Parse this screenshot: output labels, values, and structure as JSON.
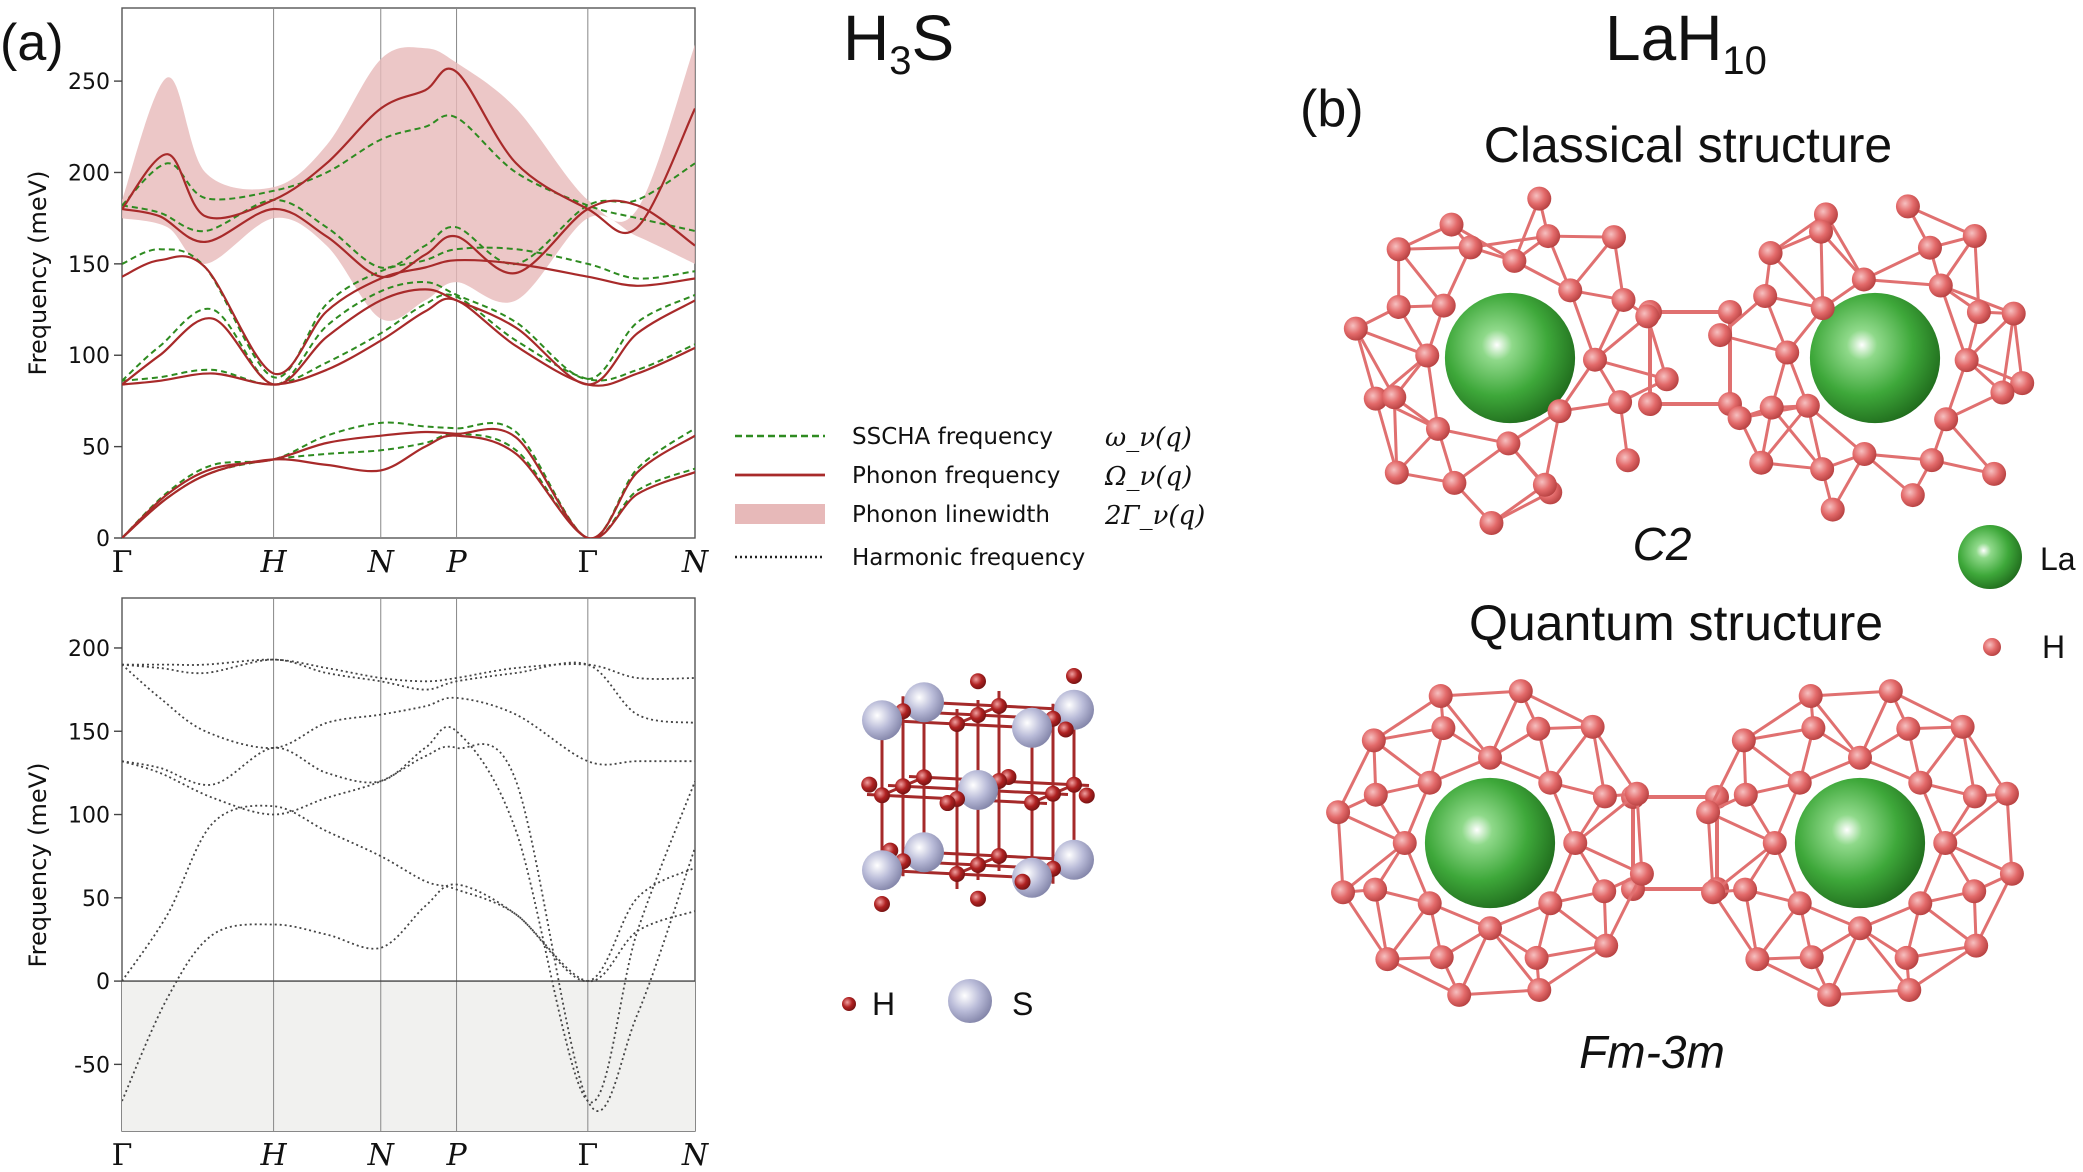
{
  "panel_labels": {
    "a": "(a)",
    "b": "(b)"
  },
  "titles": {
    "h3s": {
      "base": "H",
      "sub": "3",
      "tail": "S"
    },
    "lah10": {
      "base": "LaH",
      "sub": "10"
    }
  },
  "structure_headings": {
    "classical": "Classical structure",
    "quantum": "Quantum structure",
    "classical_group": "C2",
    "quantum_group": "Fm-3m"
  },
  "atom_legend_h3s": {
    "h": "H",
    "s": "S"
  },
  "atom_legend_lah10": {
    "la": "La",
    "h": "H"
  },
  "colors": {
    "sscha": "#2e8b20",
    "phonon": "#a82a2a",
    "linewidth": "#e7b9b9",
    "harmonic": "#444444",
    "negative_region": "#f1f1ef",
    "h_atom": "#a82020",
    "s_atom": "#a9abcb",
    "la_atom": "#3ea83a",
    "lah_h_atom": "#e36a6a",
    "lah_bond": "#e07070"
  },
  "legend": [
    {
      "label": "SSCHA frequency",
      "math": "ω_ν(q)",
      "style": "dashed-green"
    },
    {
      "label": "Phonon frequency",
      "math": "Ω_ν(q)",
      "style": "solid-red"
    },
    {
      "label": "Phonon linewidth",
      "math": "2Γ_ν(q)",
      "style": "band-pink"
    },
    {
      "label": "Harmonic frequency",
      "math": "",
      "style": "dotted-black"
    }
  ],
  "chart_data": [
    {
      "type": "line",
      "ylabel": "Frequency (meV)",
      "xlabel": "",
      "ylim": [
        0,
        290
      ],
      "yticks": [
        0,
        50,
        100,
        150,
        200,
        250
      ],
      "x_ticks": [
        {
          "label": "Γ",
          "x": 0.0
        },
        {
          "label": "H",
          "x": 1.0
        },
        {
          "label": "N",
          "x": 1.707
        },
        {
          "label": "P",
          "x": 2.207
        },
        {
          "label": "Γ",
          "x": 3.073
        },
        {
          "label": "N",
          "x": 3.78
        }
      ],
      "series": [
        {
          "name": "SSCHA frequency",
          "style": "dashed-green",
          "bands": [
            {
              "x": [
                0,
                0.3,
                0.6,
                1.0,
                1.35,
                1.707,
                2.0,
                2.207,
                2.6,
                3.073,
                3.4,
                3.78
              ],
              "y": [
                0,
                22,
                36,
                43,
                46,
                48,
                52,
                57,
                48,
                0,
                26,
                38
              ]
            },
            {
              "x": [
                0,
                0.3,
                0.6,
                1.0,
                1.35,
                1.707,
                2.0,
                2.207,
                2.6,
                3.073,
                3.4,
                3.78
              ],
              "y": [
                0,
                25,
                40,
                43,
                56,
                63,
                61,
                60,
                58,
                0,
                38,
                60
              ]
            },
            {
              "x": [
                0,
                0.25,
                0.6,
                1.0,
                1.35,
                1.707,
                2.0,
                2.207,
                2.6,
                3.073,
                3.4,
                3.78
              ],
              "y": [
                86,
                88,
                92,
                84,
                96,
                112,
                128,
                132,
                108,
                87,
                92,
                106
              ]
            },
            {
              "x": [
                0,
                0.25,
                0.6,
                1.0,
                1.35,
                1.707,
                2.0,
                2.207,
                2.6,
                3.073,
                3.4,
                3.78
              ],
              "y": [
                86,
                105,
                125,
                84,
                116,
                135,
                140,
                133,
                118,
                87,
                118,
                133
              ]
            },
            {
              "x": [
                0,
                0.25,
                0.55,
                1.0,
                1.35,
                1.707,
                2.0,
                2.207,
                2.6,
                3.073,
                3.4,
                3.78
              ],
              "y": [
                150,
                158,
                148,
                88,
                128,
                146,
                152,
                158,
                158,
                150,
                142,
                146
              ]
            },
            {
              "x": [
                0,
                0.25,
                0.55,
                1.0,
                1.35,
                1.707,
                2.0,
                2.207,
                2.6,
                3.073,
                3.4,
                3.78
              ],
              "y": [
                182,
                178,
                168,
                185,
                170,
                148,
                160,
                170,
                150,
                182,
                185,
                205
              ]
            },
            {
              "x": [
                0,
                0.3,
                0.55,
                1.0,
                1.35,
                1.707,
                2.0,
                2.207,
                2.6,
                3.073,
                3.4,
                3.78
              ],
              "y": [
                182,
                205,
                186,
                190,
                200,
                218,
                225,
                230,
                200,
                182,
                175,
                168
              ]
            }
          ]
        },
        {
          "name": "Phonon frequency",
          "style": "solid-red",
          "bands": [
            {
              "x": [
                0,
                0.3,
                0.6,
                1.0,
                1.35,
                1.707,
                2.0,
                2.207,
                2.6,
                3.073,
                3.4,
                3.78
              ],
              "y": [
                0,
                22,
                36,
                43,
                40,
                37,
                50,
                56,
                46,
                0,
                24,
                36
              ]
            },
            {
              "x": [
                0,
                0.3,
                0.6,
                1.0,
                1.35,
                1.707,
                2.0,
                2.207,
                2.6,
                3.073,
                3.4,
                3.78
              ],
              "y": [
                0,
                24,
                38,
                43,
                52,
                56,
                58,
                57,
                55,
                0,
                36,
                56
              ]
            },
            {
              "x": [
                0,
                0.25,
                0.6,
                1.0,
                1.35,
                1.707,
                2.0,
                2.207,
                2.6,
                3.073,
                3.4,
                3.78
              ],
              "y": [
                84,
                86,
                90,
                84,
                92,
                108,
                124,
                130,
                105,
                84,
                90,
                104
              ]
            },
            {
              "x": [
                0,
                0.25,
                0.6,
                1.0,
                1.35,
                1.707,
                2.0,
                2.207,
                2.6,
                3.073,
                3.4,
                3.78
              ],
              "y": [
                84,
                100,
                120,
                84,
                110,
                130,
                136,
                130,
                115,
                84,
                112,
                130
              ]
            },
            {
              "x": [
                0,
                0.25,
                0.55,
                1.0,
                1.35,
                1.707,
                2.0,
                2.207,
                2.6,
                3.073,
                3.4,
                3.78
              ],
              "y": [
                143,
                152,
                148,
                90,
                124,
                142,
                148,
                152,
                150,
                143,
                138,
                142
              ]
            },
            {
              "x": [
                0,
                0.25,
                0.55,
                1.0,
                1.35,
                1.707,
                2.0,
                2.207,
                2.6,
                3.073,
                3.4,
                3.78
              ],
              "y": [
                180,
                176,
                162,
                180,
                165,
                143,
                155,
                165,
                145,
                180,
                182,
                160
              ]
            },
            {
              "x": [
                0,
                0.3,
                0.55,
                1.0,
                1.35,
                1.707,
                2.0,
                2.207,
                2.6,
                3.073,
                3.4,
                3.78
              ],
              "y": [
                180,
                210,
                176,
                185,
                205,
                235,
                245,
                255,
                205,
                180,
                170,
                235
              ]
            }
          ]
        },
        {
          "name": "Phonon linewidth",
          "style": "band-pink",
          "bands": [
            {
              "x": [
                0,
                0.3,
                0.55,
                1.0,
                1.35,
                1.707,
                2.0,
                2.207,
                2.6,
                3.073,
                3.4,
                3.78
              ],
              "lower": [
                175,
                170,
                150,
                175,
                160,
                120,
                130,
                140,
                130,
                175,
                165,
                150
              ],
              "upper": [
                185,
                252,
                200,
                192,
                215,
                262,
                268,
                260,
                235,
                185,
                180,
                270
              ]
            }
          ]
        }
      ]
    },
    {
      "type": "line",
      "ylabel": "Frequency (meV)",
      "xlabel": "",
      "ylim": [
        -90,
        230
      ],
      "yticks": [
        -50,
        0,
        50,
        100,
        150,
        200
      ],
      "x_ticks": [
        {
          "label": "Γ",
          "x": 0.0
        },
        {
          "label": "H",
          "x": 1.0
        },
        {
          "label": "N",
          "x": 1.707
        },
        {
          "label": "P",
          "x": 2.207
        },
        {
          "label": "Γ",
          "x": 3.073
        },
        {
          "label": "N",
          "x": 3.78
        }
      ],
      "series": [
        {
          "name": "Harmonic frequency",
          "style": "dotted-black",
          "bands": [
            {
              "x": [
                0,
                0.3,
                0.6,
                1.0,
                1.35,
                1.707,
                2.0,
                2.207,
                2.6,
                3.073,
                3.4,
                3.78
              ],
              "y": [
                -72,
                -10,
                28,
                34,
                28,
                20,
                45,
                58,
                40,
                0,
                30,
                42
              ]
            },
            {
              "x": [
                0,
                0.3,
                0.6,
                1.0,
                1.35,
                1.707,
                2.0,
                2.207,
                2.6,
                3.073,
                3.4,
                3.78
              ],
              "y": [
                0,
                40,
                95,
                105,
                90,
                75,
                60,
                55,
                40,
                0,
                50,
                68
              ]
            },
            {
              "x": [
                0,
                0.25,
                0.6,
                1.0,
                1.35,
                1.707,
                2.0,
                2.207,
                2.6,
                3.073,
                3.4,
                3.78
              ],
              "y": [
                132,
                125,
                110,
                100,
                110,
                120,
                135,
                140,
                120,
                -72,
                -20,
                80
              ]
            },
            {
              "x": [
                0,
                0.25,
                0.6,
                1.0,
                1.35,
                1.707,
                2.0,
                2.207,
                2.6,
                3.073,
                3.4,
                3.78
              ],
              "y": [
                132,
                128,
                118,
                140,
                125,
                120,
                140,
                150,
                90,
                -72,
                30,
                120
              ]
            },
            {
              "x": [
                0,
                0.25,
                0.55,
                1.0,
                1.35,
                1.707,
                2.0,
                2.207,
                2.6,
                3.073,
                3.4,
                3.78
              ],
              "y": [
                190,
                170,
                150,
                140,
                155,
                160,
                165,
                170,
                160,
                132,
                132,
                132
              ]
            },
            {
              "x": [
                0,
                0.25,
                0.55,
                1.0,
                1.35,
                1.707,
                2.0,
                2.207,
                2.6,
                3.073,
                3.4,
                3.78
              ],
              "y": [
                190,
                188,
                185,
                193,
                185,
                180,
                175,
                180,
                185,
                190,
                160,
                155
              ]
            },
            {
              "x": [
                0,
                0.3,
                0.55,
                1.0,
                1.35,
                1.707,
                2.0,
                2.207,
                2.6,
                3.073,
                3.4,
                3.78
              ],
              "y": [
                190,
                190,
                190,
                193,
                188,
                182,
                180,
                182,
                188,
                190,
                182,
                182
              ]
            }
          ]
        }
      ]
    }
  ]
}
